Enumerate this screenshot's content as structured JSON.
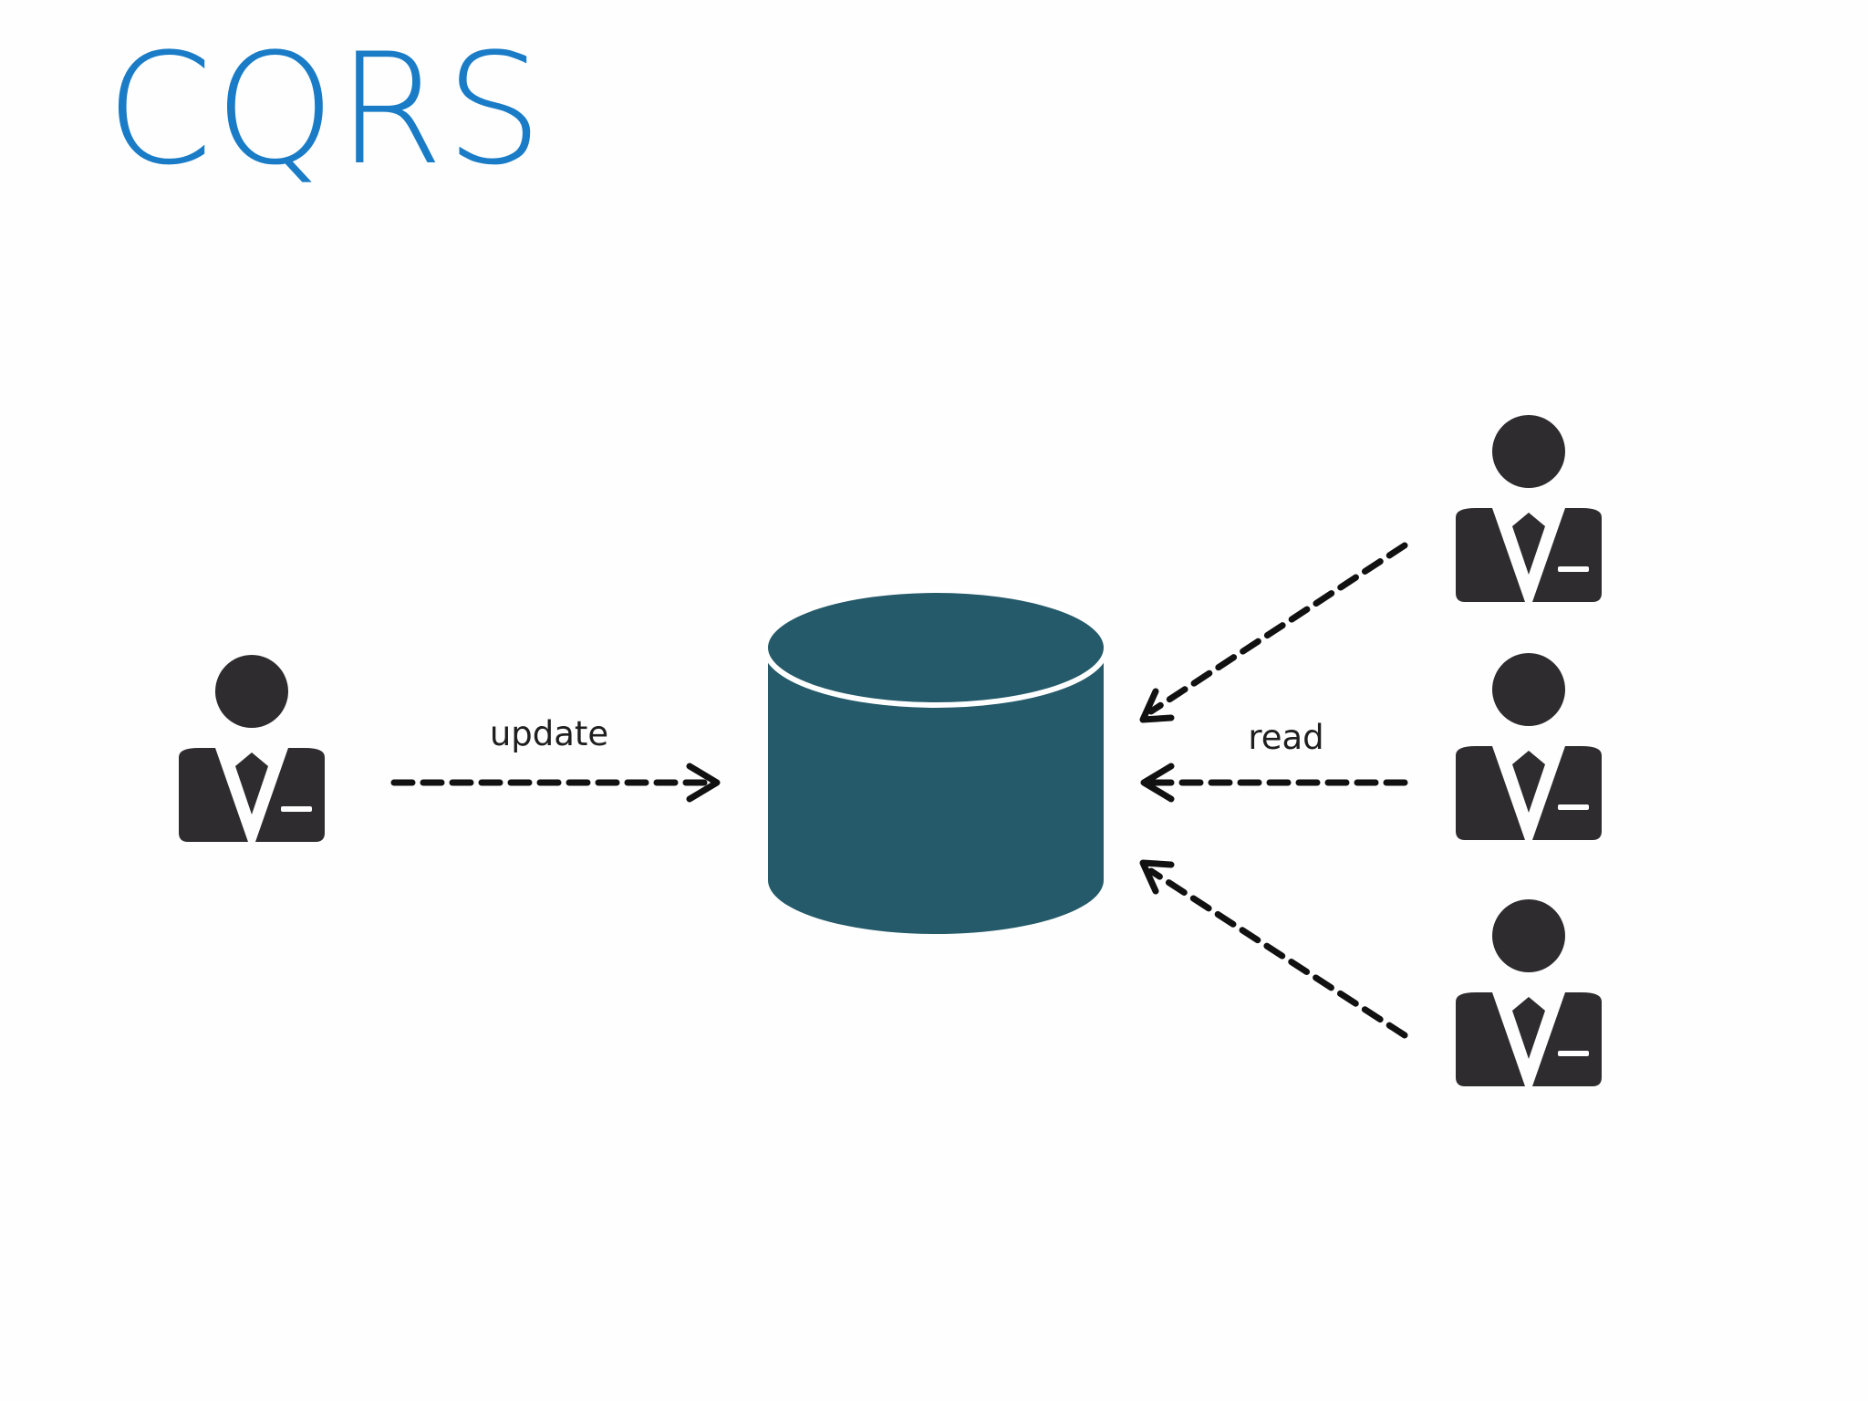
{
  "title": "CQRS",
  "labels": {
    "update": "update",
    "read": "read"
  },
  "colors": {
    "title": "#1a7cc6",
    "database": "#245a69",
    "user": "#2e2c2f",
    "arrow": "#111111"
  },
  "icons": {
    "user": "user-icon",
    "database": "database-icon"
  }
}
